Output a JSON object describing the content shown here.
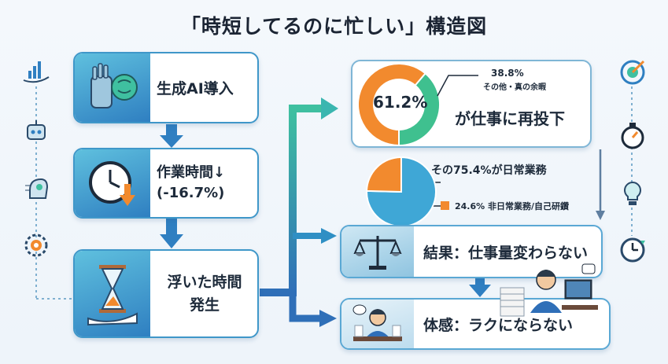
{
  "title": "「時短してるのに忙しい」構造図",
  "left": {
    "step1": "生成AI導入",
    "step2_line1": "作業時間↓",
    "step2_line2": "(-16.7%)",
    "step3_line1": "浮いた時間",
    "step3_line2": "発生"
  },
  "right": {
    "donut_center": "61.2%",
    "donut_other_pct": "38.8%",
    "donut_other_label": "その他・真の余暇",
    "donut_caption": "が仕事に再投下",
    "pie2_main": "その75.4%が日常業務",
    "pie2_sub": "24.6% 非日常業務/自己研鑽",
    "result": "結果：仕事量変わらない",
    "feeling": "体感：ラクにならない"
  },
  "chart_data": [
    {
      "type": "pie",
      "values": [
        61.2,
        38.8
      ],
      "labels": [
        "61.2%",
        "38.8% その他・真の余暇"
      ],
      "colors": [
        "#f28a2e",
        "#3fc08f"
      ]
    },
    {
      "type": "pie",
      "values": [
        75.4,
        24.6
      ],
      "labels": [
        "その75.4%が日常業務",
        "24.6% 非日常業務/自己研鑽"
      ],
      "colors": [
        "#3fa7d6",
        "#f28a2e"
      ]
    }
  ],
  "colors": {
    "accent": "#2f7fc1",
    "orange": "#f28a2e",
    "green": "#3fc08f"
  }
}
